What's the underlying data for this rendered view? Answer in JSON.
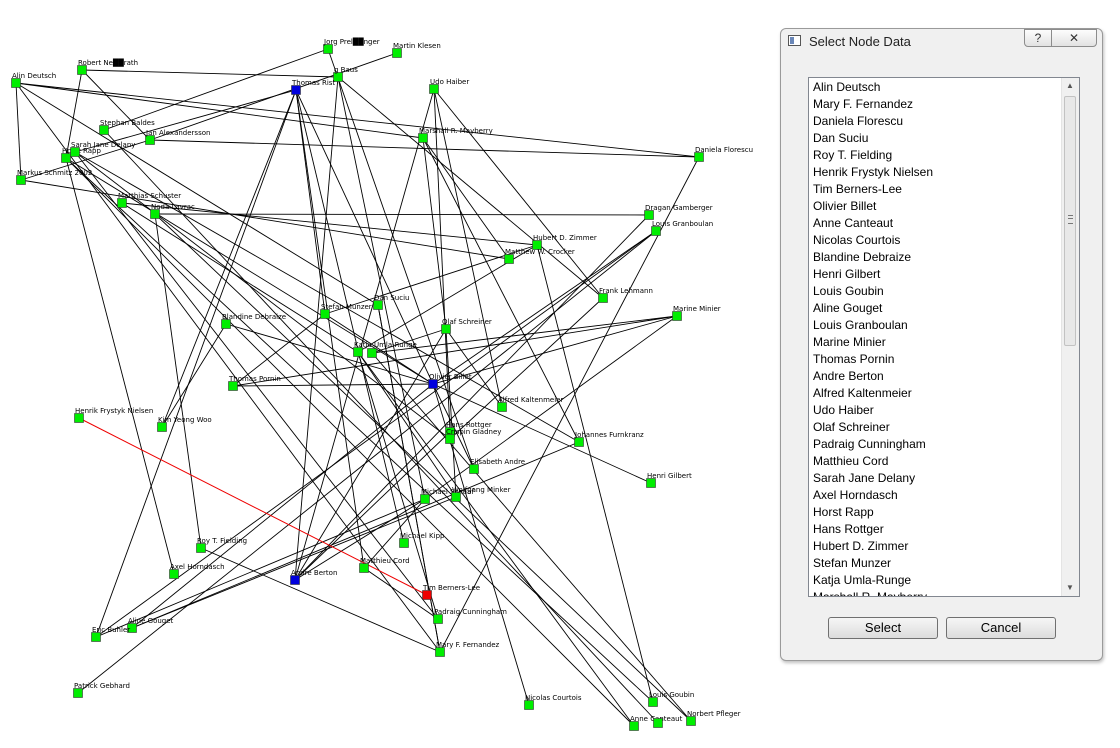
{
  "graph": {
    "nodes": [
      {
        "id": "alin-deutsch",
        "label": "Alin Deutsch",
        "color": "#00ee00"
      },
      {
        "id": "robert-nesselrath",
        "label": "Robert Ne██rath",
        "color": "#00ee00"
      },
      {
        "id": "jorg-prellinger",
        "label": "Jorg Prel██nger",
        "color": "#00ee00"
      },
      {
        "id": "martin-klesen",
        "label": "Martin Klesen",
        "color": "#00ee00"
      },
      {
        "id": "k-baus",
        "label": "g Baus",
        "color": "#00ee00"
      },
      {
        "id": "thomas-rist",
        "label": "Thomas Rist",
        "color": "#0000dd"
      },
      {
        "id": "udo-haiber",
        "label": "Udo Haiber",
        "color": "#00ee00"
      },
      {
        "id": "stephan-baldes",
        "label": "Stephan Baldes",
        "color": "#00ee00"
      },
      {
        "id": "alexandersson",
        "label": "Jan Alexandersson",
        "color": "#00ee00"
      },
      {
        "id": "horst-rapp",
        "label": "Horst Rapp",
        "color": "#00ee00"
      },
      {
        "id": "sarah-delany",
        "label": "Sarah Jane Delany",
        "color": "#00ee00"
      },
      {
        "id": "markus-schmitz",
        "label": "Markus Schmitz 2002",
        "color": "#00ee00"
      },
      {
        "id": "marshall-mayberry",
        "label": "Marshall R. Mayberry",
        "color": "#00ee00"
      },
      {
        "id": "daniela-florescu",
        "label": "Daniela Florescu",
        "color": "#00ee00"
      },
      {
        "id": "matthias-schuster",
        "label": "Matthias Schuster",
        "color": "#00ee00"
      },
      {
        "id": "nada-lavrac",
        "label": "Nada Lavrac",
        "color": "#00ee00"
      },
      {
        "id": "dragan-gamberger",
        "label": "Dragan Gamberger",
        "color": "#00ee00"
      },
      {
        "id": "louis-granboulan",
        "label": "Louis Granboulan",
        "color": "#00ee00"
      },
      {
        "id": "hubert-zimmer",
        "label": "Hubert D. Zimmer",
        "color": "#00ee00"
      },
      {
        "id": "matthew-crocker",
        "label": "Matthew W. Crocker",
        "color": "#00ee00"
      },
      {
        "id": "frank-lehmann",
        "label": "Frank Lehmann",
        "color": "#00ee00"
      },
      {
        "id": "dan-suciu",
        "label": "Dan Suciu",
        "color": "#00ee00"
      },
      {
        "id": "stefan-munzer",
        "label": "Stefan Munzer",
        "color": "#00ee00"
      },
      {
        "id": "blandine-debraize",
        "label": "Blandine Debraize",
        "color": "#00ee00"
      },
      {
        "id": "olaf-schreiner",
        "label": "Olaf Schreiner",
        "color": "#00ee00"
      },
      {
        "id": "marine-minier",
        "label": "Marine Minier",
        "color": "#00ee00"
      },
      {
        "id": "katja-umla",
        "label": "Katja Umla-Runge",
        "color": "#00ee00"
      },
      {
        "id": "axel-horndasch2",
        "label": "",
        "color": "#00ee00"
      },
      {
        "id": "olivier-billet",
        "label": "Olivier Billet",
        "color": "#0000dd"
      },
      {
        "id": "thomas-pornin",
        "label": "Thomas Pornin",
        "color": "#00ee00"
      },
      {
        "id": "alfred-kaltenmeier",
        "label": "Alfred Kaltenmeier",
        "color": "#00ee00"
      },
      {
        "id": "henrik-nielsen",
        "label": "Henrik Frystyk Nielsen",
        "color": "#00ee00"
      },
      {
        "id": "kim-woo",
        "label": "Kim Yeong Woo",
        "color": "#00ee00"
      },
      {
        "id": "hans-rottger",
        "label": "Hans Rottger",
        "color": "#00ee00"
      },
      {
        "id": "crispin-gladney",
        "label": "Crispin Gladney",
        "color": "#00ee00"
      },
      {
        "id": "johannes-furnkranz",
        "label": "Johannes Furnkranz",
        "color": "#00ee00"
      },
      {
        "id": "elisabeth-andre",
        "label": "Elisabeth Andre",
        "color": "#00ee00"
      },
      {
        "id": "henri-gilbert",
        "label": "Henri Gilbert",
        "color": "#00ee00"
      },
      {
        "id": "michael-kipp",
        "label": "Michael Kipp",
        "color": "#00ee00"
      },
      {
        "id": "schaaf",
        "label": "Michael Schaaf",
        "color": "#00ee00"
      },
      {
        "id": "w-minker",
        "label": "Wolfgang Minker",
        "color": "#00ee00"
      },
      {
        "id": "roy-fielding",
        "label": "Roy T. Fielding",
        "color": "#00ee00"
      },
      {
        "id": "axel-horndasch",
        "label": "Axel Horndasch",
        "color": "#00ee00"
      },
      {
        "id": "andre-berton",
        "label": "Andre Berton",
        "color": "#0000dd"
      },
      {
        "id": "matthieu-cord",
        "label": "Matthieu Cord",
        "color": "#00ee00"
      },
      {
        "id": "tim-berners-lee",
        "label": "Tim Berners-Lee",
        "color": "#ee0000"
      },
      {
        "id": "padraig-cunningham",
        "label": "Padraig Cunningham",
        "color": "#00ee00"
      },
      {
        "id": "aline-gouget",
        "label": "Aline Gouget",
        "color": "#00ee00"
      },
      {
        "id": "eric-buhler",
        "label": "Eric Buhler",
        "color": "#00ee00"
      },
      {
        "id": "mary-fernandez",
        "label": "Mary F. Fernandez",
        "color": "#00ee00"
      },
      {
        "id": "patrick-gebhard",
        "label": "Patrick Gebhard",
        "color": "#00ee00"
      },
      {
        "id": "nicolas-courtois",
        "label": "Nicolas Courtois",
        "color": "#00ee00"
      },
      {
        "id": "louis-goubin",
        "label": "Louis Goubin",
        "color": "#00ee00"
      },
      {
        "id": "anne-canteaut",
        "label": "Anne Canteaut",
        "color": "#00ee00"
      },
      {
        "id": "elena-m",
        "label": "",
        "color": "#00ee00"
      },
      {
        "id": "norbert-pfleger",
        "label": "Norbert Pfleger",
        "color": "#00ee00"
      }
    ],
    "edge_color": "#000000",
    "highlight_color": "#ee0000"
  },
  "dialog": {
    "title": "Select Node Data",
    "help_label": "?",
    "close_label": "✕",
    "list_items": [
      "Alin Deutsch",
      "Mary F. Fernandez",
      "Daniela Florescu",
      "Dan Suciu",
      "Roy T. Fielding",
      "Henrik Frystyk Nielsen",
      "Tim Berners-Lee",
      "Olivier Billet",
      "Anne Canteaut",
      "Nicolas Courtois",
      "Blandine Debraize",
      "Henri Gilbert",
      "Louis Goubin",
      "Aline Gouget",
      "Louis Granboulan",
      "Marine Minier",
      "Thomas Pornin",
      "Andre Berton",
      "Alfred Kaltenmeier",
      "Udo Haiber",
      "Olaf Schreiner",
      "Padraig Cunningham",
      "Matthieu Cord",
      "Sarah Jane Delany",
      "Axel Horndasch",
      "Horst Rapp",
      "Hans Rottger",
      "Hubert D. Zimmer",
      "Stefan Munzer",
      "Katja Umla-Runge",
      "Marshall R. Mayberry"
    ],
    "scroll_up_icon": "▲",
    "scroll_down_icon": "▼",
    "select_label": "Select",
    "cancel_label": "Cancel"
  }
}
